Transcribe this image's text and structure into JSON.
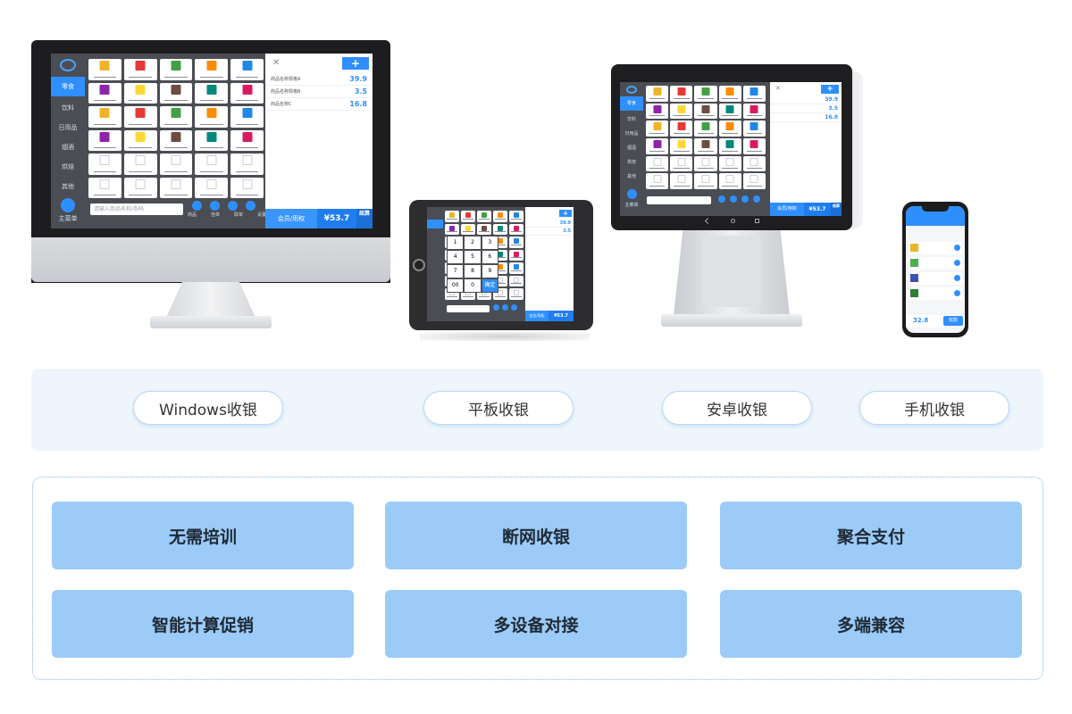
{
  "devices": {
    "monitor": {
      "sidebar": {
        "categories": [
          "零食",
          "饮料",
          "日用品",
          "烟酒",
          "烘焙",
          "其他"
        ],
        "main_menu": "主菜单"
      },
      "search_placeholder": "请输入商品名称/条码",
      "tools": [
        "商品",
        "挂单",
        "取单",
        "设置"
      ],
      "cart": {
        "items": [
          {
            "name": "商品名称规格A",
            "price": "39.9"
          },
          {
            "name": "商品名称规格B",
            "price": "3.5"
          },
          {
            "name": "商品名称C",
            "price": "16.8"
          }
        ]
      },
      "member_label": "会员/用权",
      "total": "¥53.7",
      "settle_label": "结算"
    },
    "tablet": {
      "keypad": [
        "1",
        "2",
        "3",
        "4",
        "5",
        "6",
        "7",
        "8",
        "9",
        "00",
        "0",
        "确定"
      ],
      "cart_prices": [
        "39.9",
        "3.5"
      ],
      "member_label": "会员/用权",
      "total": "¥53.7"
    },
    "android": {
      "sidebar": {
        "categories": [
          "零食",
          "饮料",
          "日用品",
          "烟酒",
          "烘焙",
          "其他"
        ],
        "main_menu": "主菜单"
      },
      "cart_prices": [
        "39.9",
        "3.5",
        "16.8"
      ],
      "member_label": "会员/用权",
      "total": "¥53.7",
      "settle_label": "结算"
    },
    "phone": {
      "total": "32.8",
      "checkout_label": "收款"
    }
  },
  "platforms": [
    "Windows收银",
    "平板收银",
    "安卓收银",
    "手机收银"
  ],
  "features": [
    "无需培训",
    "断网收银",
    "聚合支付",
    "智能计算促销",
    "多设备对接",
    "多端兼容"
  ],
  "colors": {
    "accent": "#2f8fff",
    "feature_bg": "#9ccbf7",
    "panel_bg": "#eef5fc",
    "screen_dark": "#4a4d53"
  }
}
